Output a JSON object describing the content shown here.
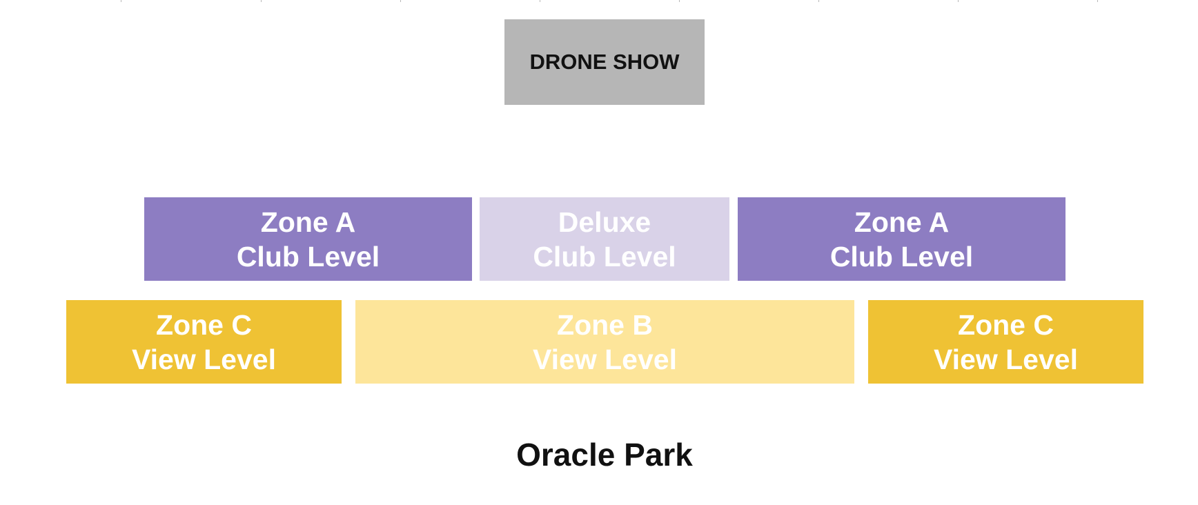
{
  "stage": {
    "label": "DRONE SHOW",
    "color": "#b6b6b6"
  },
  "sections": {
    "club_a_left": {
      "line1": "Zone A",
      "line2": "Club Level",
      "color": "#8d7dc2"
    },
    "club_deluxe": {
      "line1": "Deluxe",
      "line2": "Club Level",
      "color": "#d9d2e8"
    },
    "club_a_right": {
      "line1": "Zone A",
      "line2": "Club Level",
      "color": "#8d7dc2"
    },
    "view_c_left": {
      "line1": "Zone C",
      "line2": "View Level",
      "color": "#efc234"
    },
    "view_b": {
      "line1": "Zone B",
      "line2": "View Level",
      "color": "#fde59a"
    },
    "view_c_right": {
      "line1": "Zone C",
      "line2": "View Level",
      "color": "#efc234"
    }
  },
  "venue": {
    "name": "Oracle Park"
  }
}
